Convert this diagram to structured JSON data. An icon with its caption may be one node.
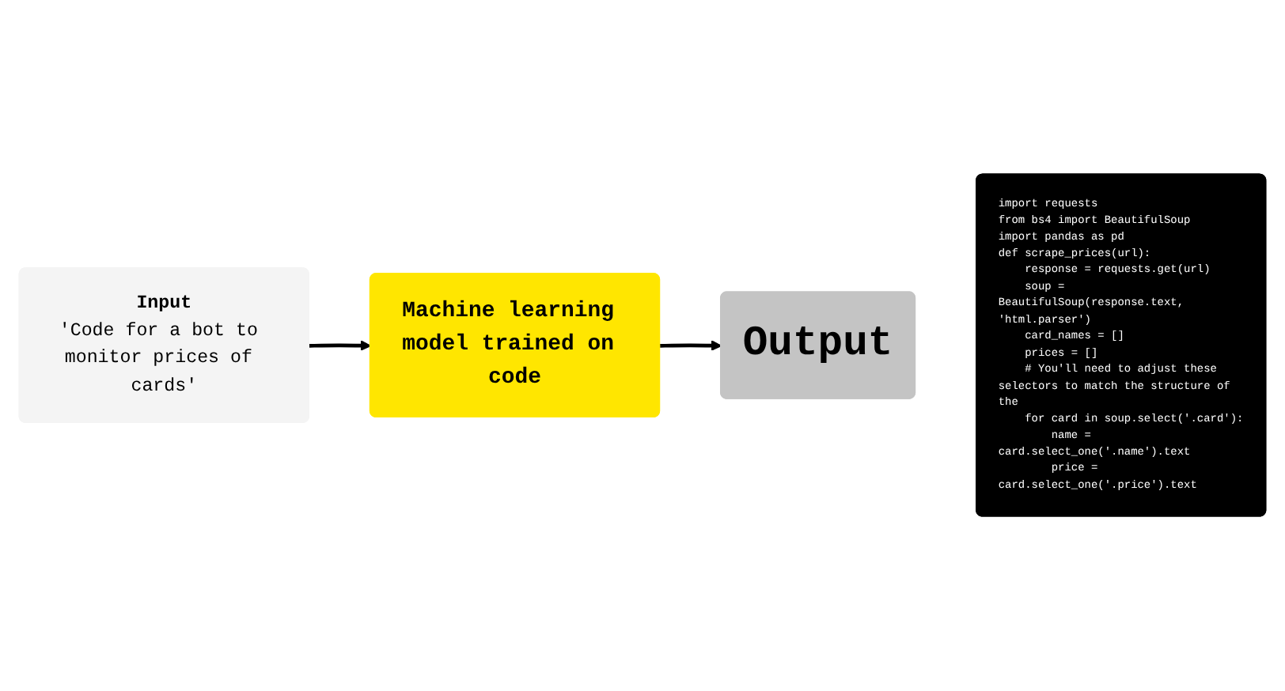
{
  "diagram": {
    "nodes": [
      {
        "text": [
          "Input",
          "'Code for a bot to monitor prices of cards'"
        ]
      },
      {
        "text": [
          "Machine learning model trained on code"
        ]
      },
      {
        "text": [
          "Output"
        ]
      },
      {
        "text": [
          "import requests",
          "from bs4 import BeautifulSoup",
          "import pandas as pd",
          "def scrape_prices(url):",
          "    response = requests.get(url)",
          "    soup = BeautifulSoup(response.text, 'html.parser')",
          "    card_names = []",
          "    prices = []",
          "    # You'll need to adjust these selectors to match the structure of the",
          "    for card in soup.select('.card'):",
          "        name = card.select_one('.name').text",
          "        price = card.select_one('.price').text"
        ]
      }
    ],
    "edges": [
      {
        "from": 0,
        "to": 1,
        "arrow": "to"
      },
      {
        "from": 1,
        "to": 2,
        "arrow": "to"
      }
    ]
  }
}
